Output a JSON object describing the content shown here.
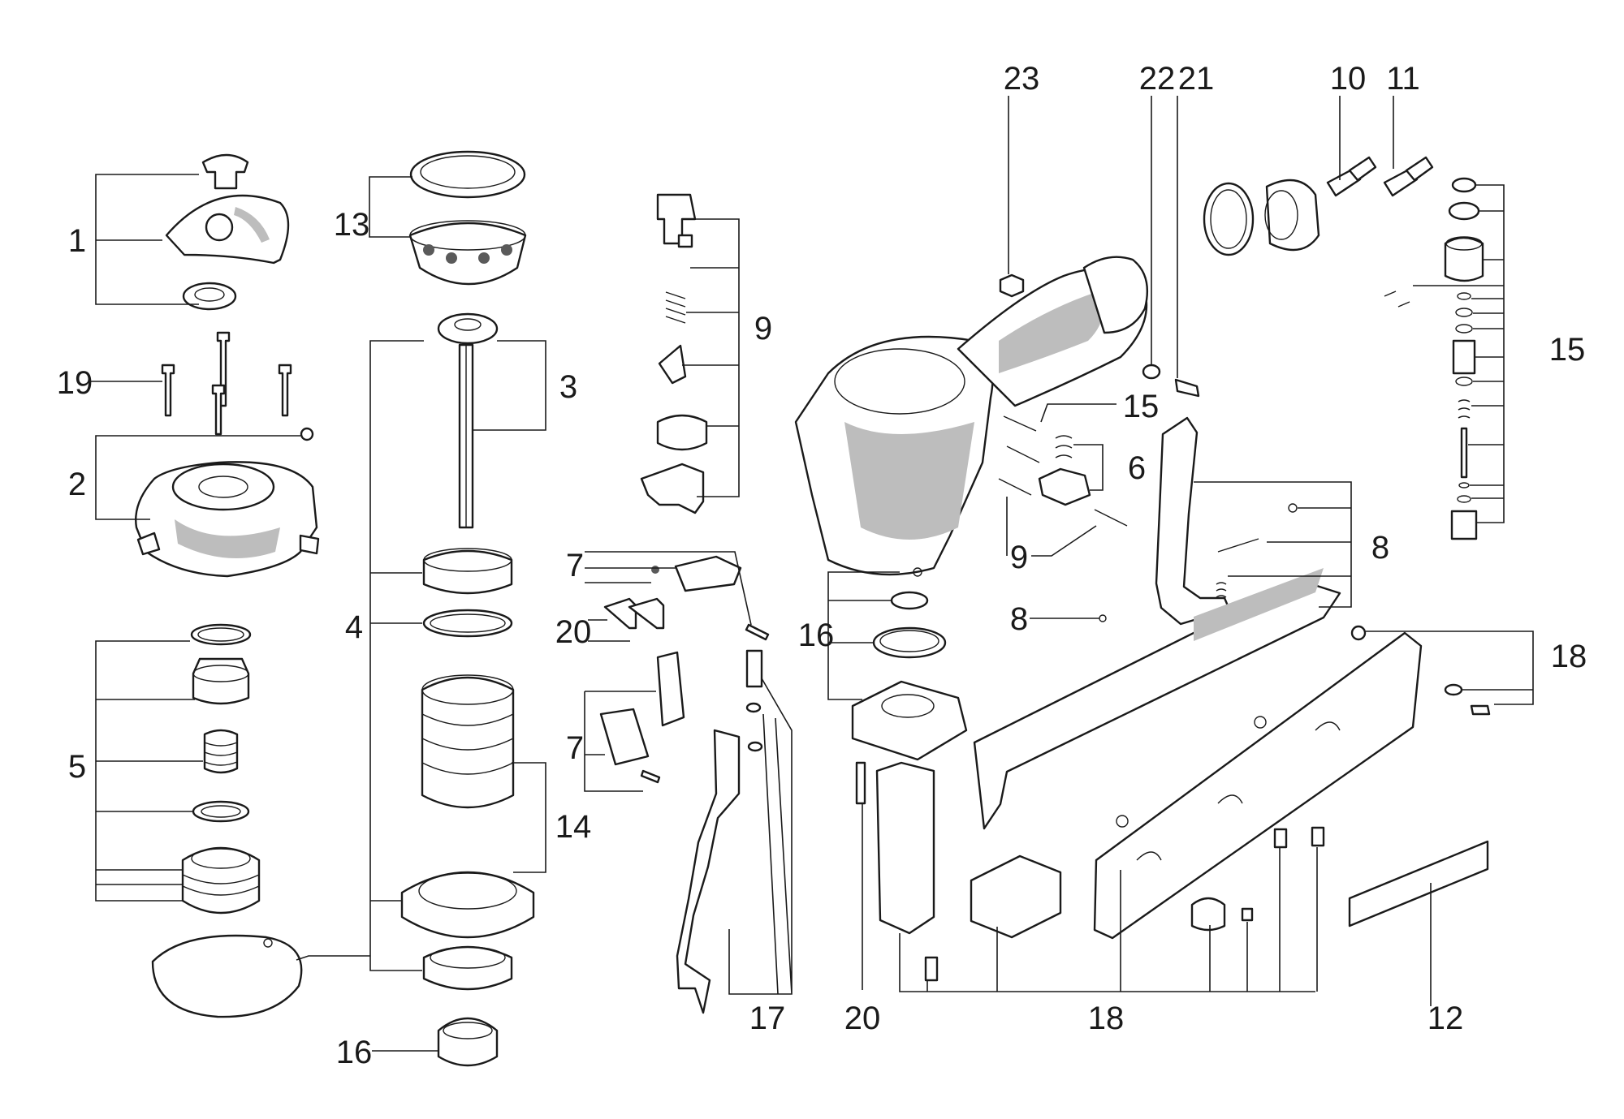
{
  "callouts": {
    "c1": "1",
    "c2": "2",
    "c3": "3",
    "c4": "4",
    "c5": "5",
    "c6": "6",
    "c7a": "7",
    "c7b": "7",
    "c8a": "8",
    "c8b": "8",
    "c9a": "9",
    "c9b": "9",
    "c10": "10",
    "c11": "11",
    "c12": "12",
    "c13": "13",
    "c14": "14",
    "c15a": "15",
    "c15b": "15",
    "c16a": "16",
    "c16b": "16",
    "c17": "17",
    "c18a": "18",
    "c18b": "18",
    "c19": "19",
    "c20a": "20",
    "c20b": "20",
    "c21": "21",
    "c22": "22",
    "c23": "23"
  },
  "colors": {
    "line": "#1a1a1a",
    "shade": "#bdbdbd",
    "background": "#ffffff"
  }
}
